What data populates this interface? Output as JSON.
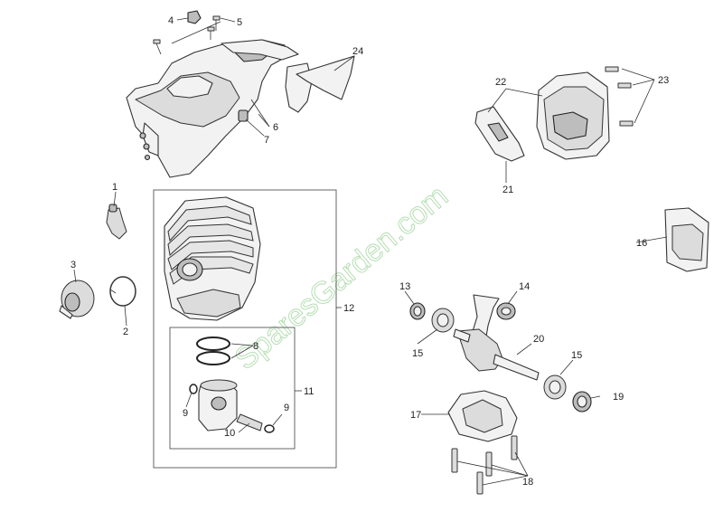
{
  "watermark": "SparesGarden.com",
  "callouts": {
    "c1": "1",
    "c2": "2",
    "c3": "3",
    "c4": "4",
    "c5": "5",
    "c6": "6",
    "c7": "7",
    "c8": "8",
    "c9a": "9",
    "c9b": "9",
    "c10": "10",
    "c11": "11",
    "c12": "12",
    "c13": "13",
    "c14": "14",
    "c15a": "15",
    "c15b": "15",
    "c16": "16",
    "c17": "17",
    "c18": "18",
    "c19": "19",
    "c20": "20",
    "c21": "21",
    "c22": "22",
    "c23": "23",
    "c24": "24"
  }
}
